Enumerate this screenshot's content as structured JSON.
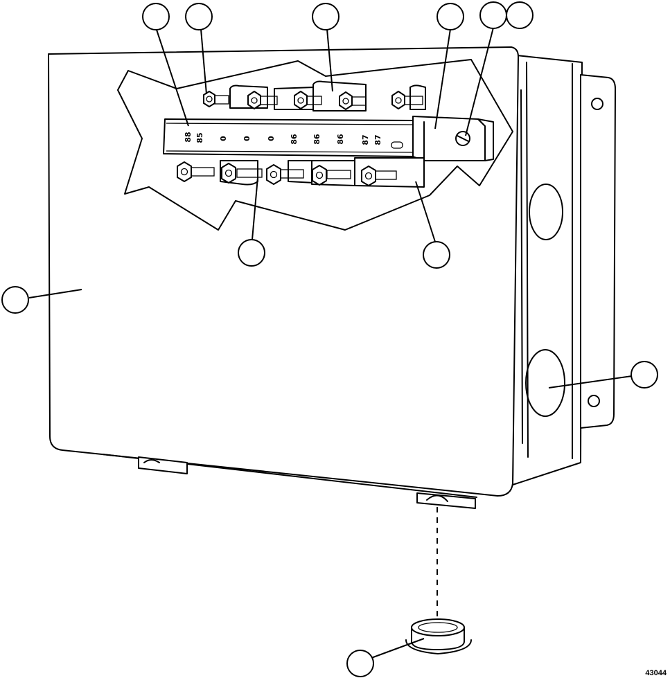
{
  "figure_number": "43044",
  "terminal_labels": [
    "88",
    "85",
    "0",
    "0",
    "0",
    "86",
    "86",
    "86",
    "87",
    "87"
  ],
  "callouts": [
    "",
    "",
    "",
    "",
    "",
    "",
    "",
    "",
    "",
    "",
    ""
  ]
}
